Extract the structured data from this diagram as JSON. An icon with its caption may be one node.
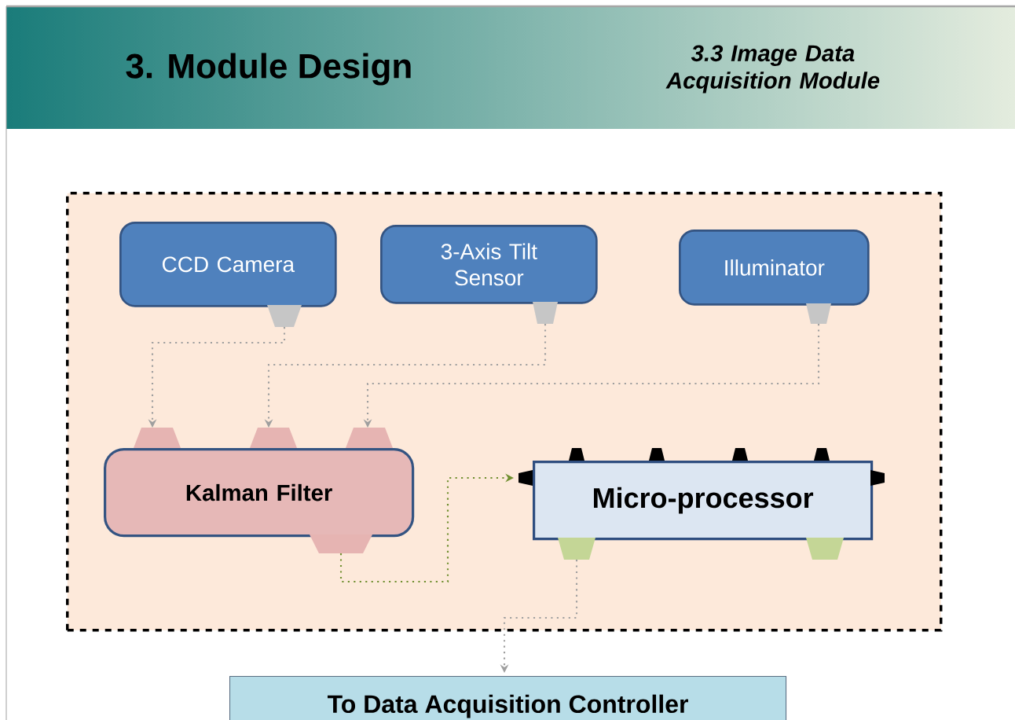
{
  "diagram": {
    "title": "3. Module Design",
    "nodes": [
      {
        "text": [],
        "shape": "box"
      },
      {
        "text": [
          "CCD Camera"
        ],
        "in": 0
      },
      {
        "text": [
          "3-Axis Tilt Sensor"
        ],
        "in": 0
      },
      {
        "text": [
          "Illuminator"
        ],
        "in": 0
      },
      {
        "text": [
          "Kalman Filter"
        ],
        "in": 0
      },
      {
        "text": [
          "Micro-processor"
        ],
        "in": 0
      },
      {
        "text": [
          "To Data Acquisition Controller"
        ]
      }
    ],
    "edges": [
      {
        "from": 1,
        "to": 4,
        "arrow": "to"
      },
      {
        "from": 2,
        "to": 4,
        "arrow": "to"
      },
      {
        "from": 3,
        "to": 4,
        "arrow": "to"
      },
      {
        "from": 4,
        "to": 5,
        "arrow": "to",
        "color": "#6f8f2f"
      },
      {
        "from": 5,
        "to": 6,
        "arrow": "to"
      }
    ],
    "labels": [
      "3.3 Image Data Acquisition Module"
    ]
  }
}
